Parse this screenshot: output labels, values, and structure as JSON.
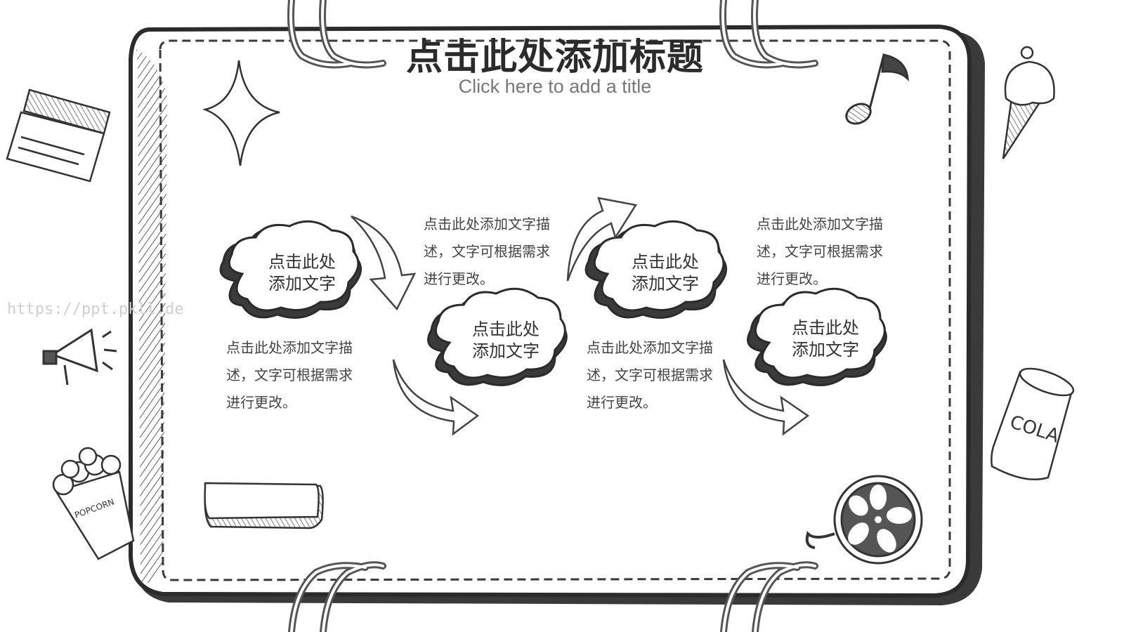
{
  "slide": {
    "title": "点击此处添加标题",
    "subtitle": "Click here to add a title",
    "watermark": "https://ppt.pkll.de"
  },
  "clouds": [
    {
      "line1": "点击此处",
      "line2": "添加文字"
    },
    {
      "line1": "点击此处",
      "line2": "添加文字"
    },
    {
      "line1": "点击此处",
      "line2": "添加文字"
    },
    {
      "line1": "点击此处",
      "line2": "添加文字"
    }
  ],
  "descriptions": [
    {
      "line1": "点击此处添加文字描",
      "line2": "述，文字可根据需求",
      "line3": "进行更改。"
    },
    {
      "line1": "点击此处添加文字描",
      "line2": "述，文字可根据需求",
      "line3": "进行更改。"
    },
    {
      "line1": "点击此处添加文字描",
      "line2": "述，文字可根据需求",
      "line3": "进行更改。"
    },
    {
      "line1": "点击此处添加文字描",
      "line2": "述，文字可根据需求",
      "line3": "进行更改。"
    }
  ],
  "doodles": {
    "can_label": "COLA",
    "popcorn_label": "POPCORN"
  }
}
